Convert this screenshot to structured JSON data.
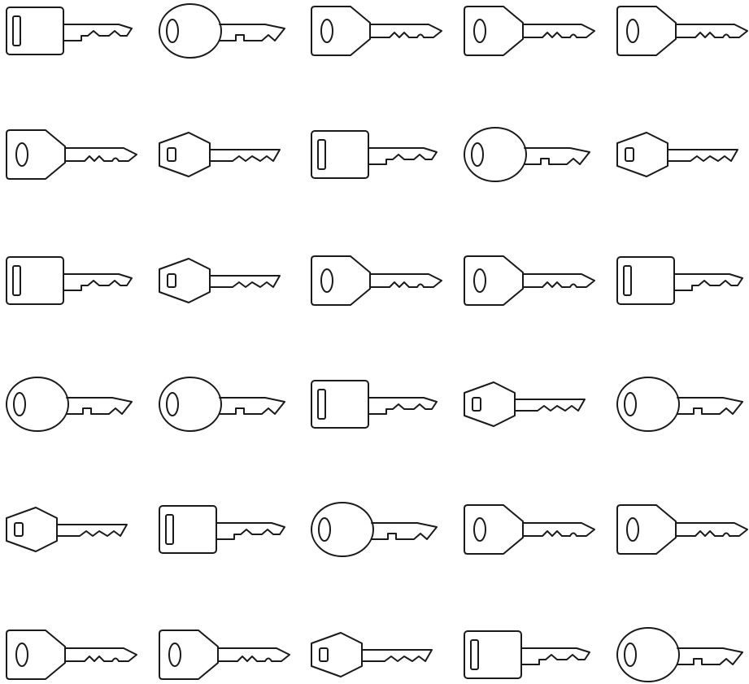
{
  "colors": {
    "background": "#ffffff",
    "stroke": "#1a1a1a"
  },
  "grid": {
    "rows": [
      [
        {
          "head": "square",
          "hole": "slot",
          "bit": "notched"
        },
        {
          "head": "oval",
          "hole": "oval",
          "bit": "stepped"
        },
        {
          "head": "pentagon",
          "hole": "oval",
          "bit": "hook"
        },
        {
          "head": "pentagon",
          "hole": "oval",
          "bit": "hook"
        },
        {
          "head": "pentagon",
          "hole": "oval",
          "bit": "hook"
        }
      ],
      [
        {
          "head": "pentagon",
          "hole": "oval",
          "bit": "hook"
        },
        {
          "head": "hexagon",
          "hole": "rect",
          "bit": "sawtooth"
        },
        {
          "head": "square",
          "hole": "slot",
          "bit": "notched"
        },
        {
          "head": "oval",
          "hole": "oval",
          "bit": "stepped"
        },
        {
          "head": "hexagon",
          "hole": "rect",
          "bit": "sawtooth"
        }
      ],
      [
        {
          "head": "square",
          "hole": "slot",
          "bit": "notched"
        },
        {
          "head": "hexagon",
          "hole": "rect",
          "bit": "sawtooth"
        },
        {
          "head": "pentagon",
          "hole": "oval",
          "bit": "hook"
        },
        {
          "head": "pentagon",
          "hole": "oval",
          "bit": "hook"
        },
        {
          "head": "square",
          "hole": "slot",
          "bit": "notched"
        }
      ],
      [
        {
          "head": "oval",
          "hole": "oval",
          "bit": "stepped"
        },
        {
          "head": "oval",
          "hole": "oval",
          "bit": "stepped"
        },
        {
          "head": "square",
          "hole": "slot",
          "bit": "notched"
        },
        {
          "head": "hexagon",
          "hole": "rect",
          "bit": "sawtooth"
        },
        {
          "head": "oval",
          "hole": "oval",
          "bit": "stepped"
        }
      ],
      [
        {
          "head": "hexagon",
          "hole": "rect",
          "bit": "sawtooth"
        },
        {
          "head": "square",
          "hole": "slot",
          "bit": "notched"
        },
        {
          "head": "oval",
          "hole": "oval",
          "bit": "stepped"
        },
        {
          "head": "pentagon",
          "hole": "oval",
          "bit": "hook"
        },
        {
          "head": "pentagon",
          "hole": "oval",
          "bit": "hook"
        }
      ],
      [
        {
          "head": "pentagon",
          "hole": "oval",
          "bit": "hook"
        },
        {
          "head": "pentagon",
          "hole": "oval",
          "bit": "hook"
        },
        {
          "head": "hexagon",
          "hole": "rect",
          "bit": "sawtooth"
        },
        {
          "head": "square",
          "hole": "slot",
          "bit": "notched"
        },
        {
          "head": "oval",
          "hole": "oval",
          "bit": "stepped"
        }
      ]
    ]
  }
}
